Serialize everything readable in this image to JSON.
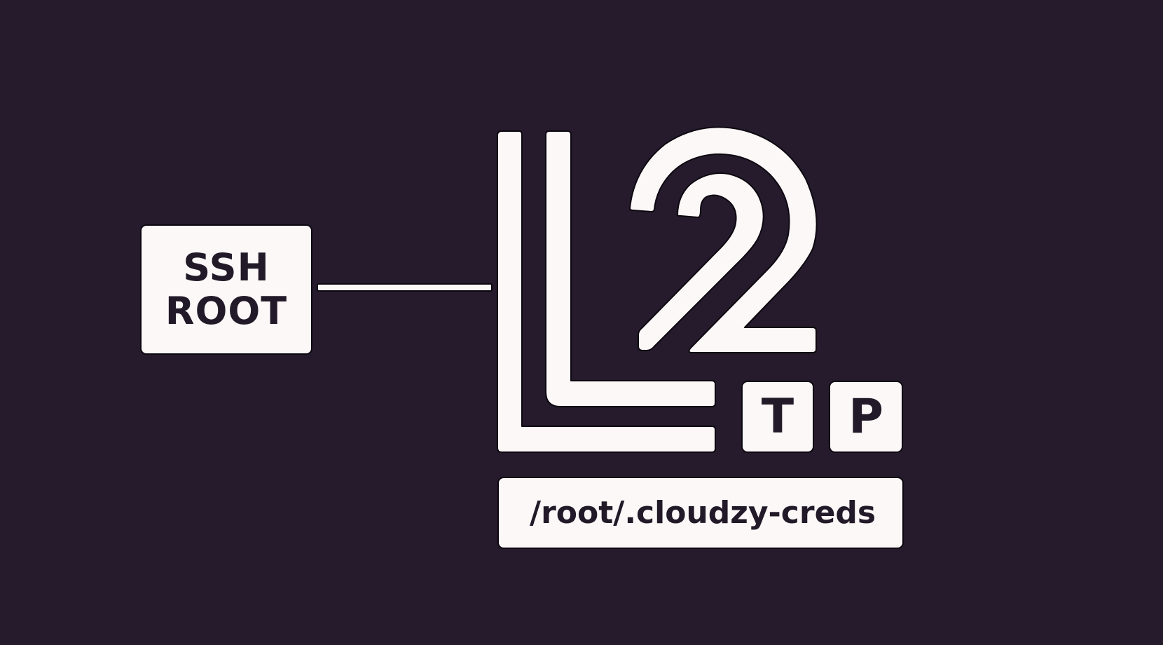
{
  "colors": {
    "background": "#251b2c",
    "foreground": "#fdf8f8",
    "text": "#221a28"
  },
  "source_node": {
    "line1": "SSH",
    "line2": "ROOT"
  },
  "logo": {
    "main": "L2",
    "tiles": [
      "T",
      "P"
    ],
    "full_name": "L2TP"
  },
  "target_path": "/root/.cloudzy-creds"
}
